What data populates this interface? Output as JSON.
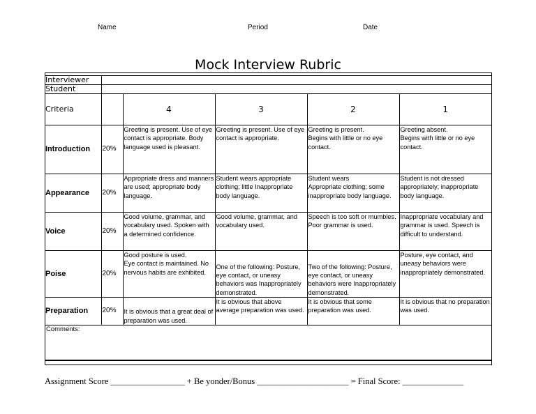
{
  "header": {
    "name_label": "Name",
    "period_label": "Period",
    "date_label": "Date"
  },
  "title": "Mock Interview Rubric",
  "rubric": {
    "interviewer_label": "Interviewer",
    "student_label": "Student",
    "criteria_label": "Criteria",
    "scores": [
      "4",
      "3",
      "2",
      "1"
    ],
    "rows": [
      {
        "criterion": "Introduction",
        "weight": "20%",
        "cells": [
          "Greeting is present. Use of eye contact is appropriate. Body language used is pleasant.",
          "Greeting is present. Use of eye contact is appropriate.",
          "Greeting is present.\nBegins with little or no eye contact.",
          "Greeting absent.\nBegins with little or no eye contact."
        ]
      },
      {
        "criterion": "Appearance",
        "weight": "20%",
        "cells": [
          "Appropriate dress and manners are used; appropriate body language.",
          "Student wears appropriate clothing; little Inappropriate body language.",
          "Student wears\nAppropriate clothing; some inappropriate body language.",
          "Student is not dressed appropriately; inappropriate body language."
        ]
      },
      {
        "criterion": "Voice",
        "weight": "20%",
        "cells": [
          "Good volume, grammar, and vocabulary used. Spoken with a determined confidence.",
          "Good volume, grammar, and vocabulary used.",
          "Speech is too soft or mumbles. Poor grammar is used.",
          "Inappropriate vocabulary and grammar is used. Speech is difficult to understand."
        ]
      },
      {
        "criterion": "Poise",
        "weight": "20%",
        "cells": [
          "Good posture is used.\nEye contact is maintained. No nervous habits are exhibited.",
          "One of the following: Posture, eye contact, or uneasy behaviors was Inappropriately demonstrated.",
          "Two of the following: Posture, eye contact, or uneasy behaviors were Inappropriately demonstrated.",
          "Posture, eye contact, and uneasy behaviors were inappropriately demonstrated."
        ]
      },
      {
        "criterion": "Preparation",
        "weight": "20%",
        "cells": [
          "It is obvious that a great deal of preparation was used.",
          "It is obvious that above average preparation was used.",
          "It is obvious that some preparation was used.",
          "It is obvious that no preparation was used."
        ]
      }
    ],
    "comments_label": "Comments:"
  },
  "footer": {
    "text": "Assignment Score _________________ + Be yonder/Bonus _____________________ = Final Score: ______________"
  }
}
